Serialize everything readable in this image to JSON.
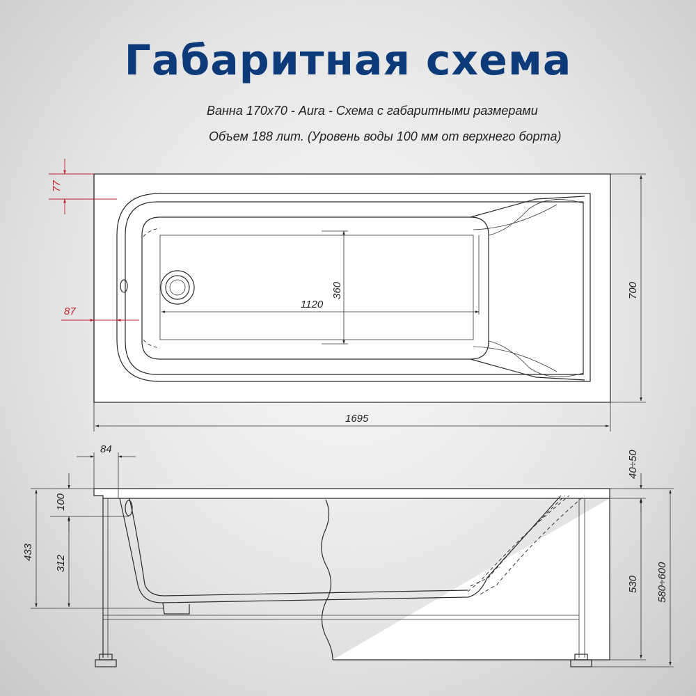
{
  "header": {
    "title": "Габаритная схема",
    "subtitle_line1": "Ванна 170х70 -  Aura - Схема с габаритными размерами",
    "subtitle_line2": "Объем 188 лит. (Уровень воды 100 мм от верхнего борта)"
  },
  "top_view": {
    "dim_rim_offset": "77",
    "dim_side_offset": "87",
    "dim_inner_length": "1120",
    "dim_inner_width": "360",
    "dim_total_width": "700",
    "dim_total_length": "1695"
  },
  "side_view": {
    "dim_rim_overhang": "84",
    "dim_water_level": "100",
    "dim_depth_total": "433",
    "dim_depth_inner": "312",
    "dim_rim_thickness": "40÷50",
    "dim_body_height": "530",
    "dim_overall_height": "580÷600"
  },
  "colors": {
    "title": "#0d3a78",
    "accent_red": "#c0202a",
    "line": "#2a2a2a"
  }
}
